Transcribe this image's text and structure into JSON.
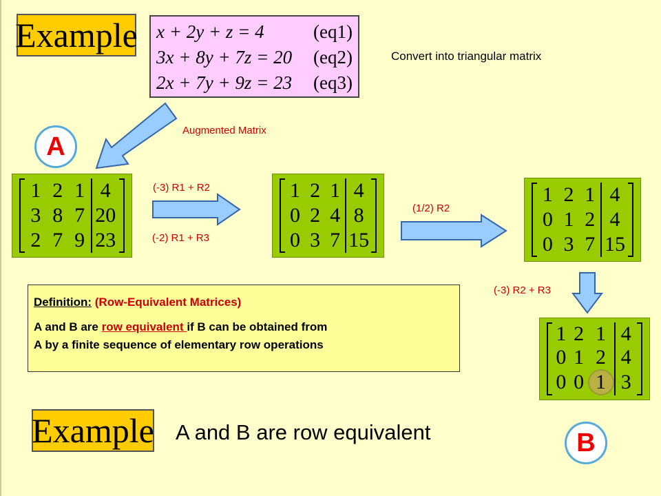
{
  "example_label": "Example",
  "equations": [
    {
      "lhs": "x + 2y +   z = 4",
      "tag": "(eq1)"
    },
    {
      "lhs": "3x + 8y + 7z = 20",
      "tag": "(eq2)"
    },
    {
      "lhs": "2x + 7y + 9z = 23",
      "tag": "(eq3)"
    }
  ],
  "convert_text": "Convert into triangular matrix",
  "augmented_label": "Augmented Matrix",
  "label_A": "A",
  "label_B": "B",
  "ops": {
    "op1": "(-3) R1 + R2",
    "op2": "(-2) R1 + R3",
    "op3": "(1/2) R2",
    "op4": "(-3) R2 + R3"
  },
  "matrices": [
    [
      [
        "1",
        "2",
        "1",
        "4"
      ],
      [
        "3",
        "8",
        "7",
        "20"
      ],
      [
        "2",
        "7",
        "9",
        "23"
      ]
    ],
    [
      [
        "1",
        "2",
        "1",
        "4"
      ],
      [
        "0",
        "2",
        "4",
        "8"
      ],
      [
        "0",
        "3",
        "7",
        "15"
      ]
    ],
    [
      [
        "1",
        "2",
        "1",
        "4"
      ],
      [
        "0",
        "1",
        "2",
        "4"
      ],
      [
        "0",
        "3",
        "7",
        "15"
      ]
    ],
    [
      [
        "1",
        "2",
        "1",
        "4"
      ],
      [
        "0",
        "1",
        "2",
        "4"
      ],
      [
        "0",
        "0",
        "1",
        "3"
      ]
    ]
  ],
  "definition": {
    "title": "Definition:",
    "title_rest": " (Row-Equivalent Matrices)",
    "line1_start": "A and B are ",
    "line1_highlight": "row equivalent ",
    "line1_end": "if  B can be obtained from",
    "line2": "A by a finite sequence of elementary row operations"
  },
  "conclusion": "A  and  B  are row equivalent",
  "colors": {
    "background": "#ffffcc",
    "matrix": "#99cc00",
    "example": "#ffcc00",
    "equations": "#ffccff",
    "arrow": "#99ccff",
    "accent_red": "#cc0000"
  }
}
